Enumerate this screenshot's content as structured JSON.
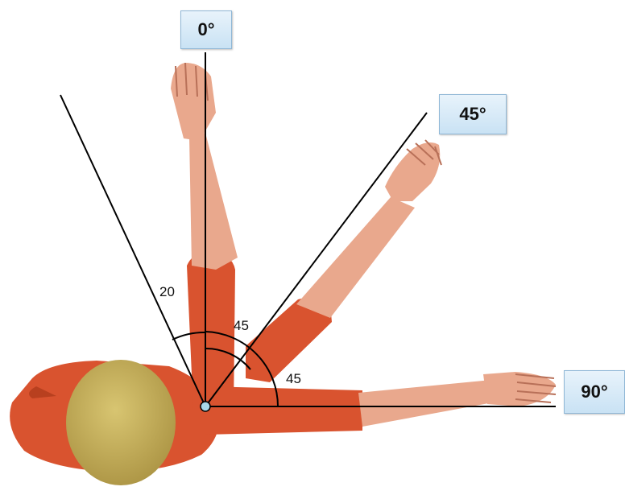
{
  "labels": {
    "top": "0°",
    "diag": "45°",
    "right": "90°"
  },
  "angles": {
    "backward": "20",
    "front_flexion": "45",
    "abduction": "45"
  },
  "colors": {
    "muscle": "#d9532f",
    "muscle_dark": "#b8401f",
    "skin": "#e8a58a",
    "skin_dark": "#c98268",
    "head": "#c9b45a",
    "pivot": "#a8d8e8"
  }
}
